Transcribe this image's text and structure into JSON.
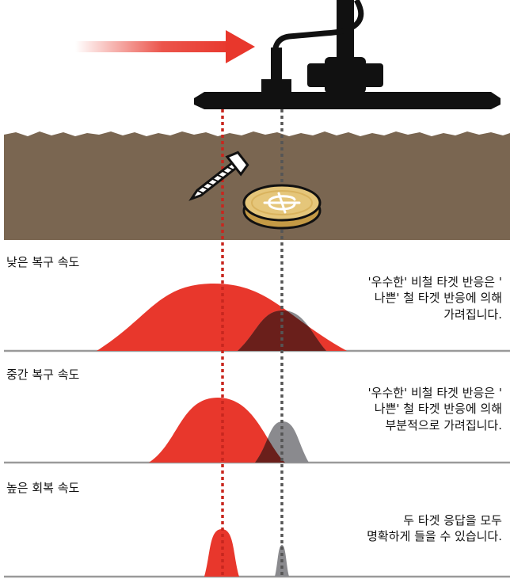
{
  "panels": [
    {
      "title": "낮은 복구 속도",
      "note": [
        "'우수한' 비철 타겟 반응은 '",
        "나쁜' 철 타겟 반응에 의해",
        "가려집니다."
      ]
    },
    {
      "title": "중간 복구 속도",
      "note": [
        "'우수한' 비철 타겟 반응은 '",
        "나쁜' 철 타겟 반응에 의해",
        "부분적으로 가려집니다."
      ]
    },
    {
      "title": "높은 회복 속도",
      "note": [
        "두 타겟 응답을 모두",
        "명확하게 들을 수 있습니다."
      ]
    }
  ],
  "colors": {
    "arrow": "#e8372c",
    "soil": "#7a6651",
    "ferrous_response": "#e8372c",
    "nonferrous_response": "#8a8a8e",
    "overlap": "#6a1f1b",
    "coin": "#e5c67a",
    "detector": "#111111",
    "divider": "#9a9a9a"
  },
  "icons": {
    "detector": "metal-detector-coil-icon",
    "screw": "screw-icon",
    "coin": "coin-icon",
    "motion": "motion-arrow-icon"
  }
}
